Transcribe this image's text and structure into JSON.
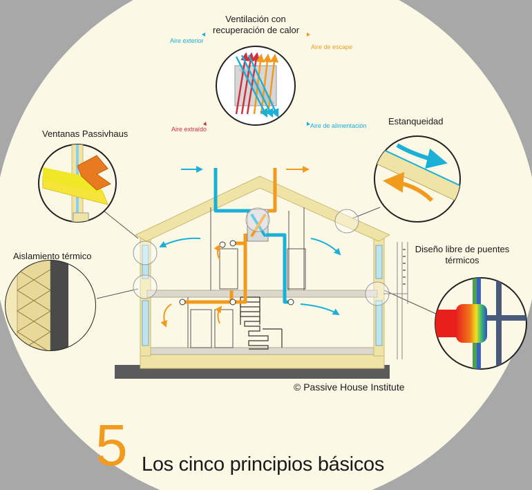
{
  "labels": {
    "ventilation_line1": "Ventilación con",
    "ventilation_line2": "recuperación de calor",
    "aire_exterior": "Aire exterior",
    "aire_escape": "Aire de escape",
    "aire_extraido": "Aire extraído",
    "aire_alimentacion": "Aire de alimentación",
    "estanqueidad": "Estanqueidad",
    "ventanas": "Ventanas Passivhaus",
    "aislamiento": "Aislamiento térmico",
    "puentes_line1": "Diseño libre de puentes",
    "puentes_line2": "térmicos",
    "copyright": "© Passive House Institute",
    "number": "5",
    "title": "Los cinco principios básicos"
  },
  "colors": {
    "background": "#a8a8a8",
    "circle": "#fbf8e6",
    "wall": "#efe3a6",
    "wall_stroke": "#c9b977",
    "fresh_air": "#1ab0d8",
    "exhaust_air": "#f29a1e",
    "extract_air": "#d03040",
    "number": "#f29a1e"
  }
}
